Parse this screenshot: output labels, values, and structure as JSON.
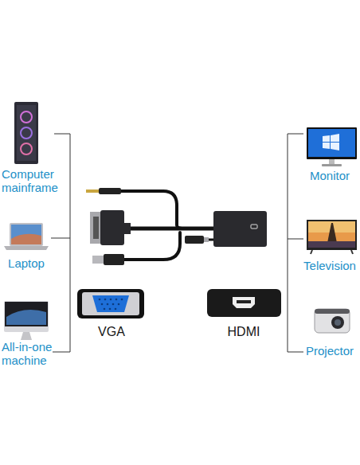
{
  "diagram": {
    "labels": [
      "Computer mainframe",
      "Laptop",
      "All-in-one machine",
      "VGA",
      "HDMI",
      "Monitor",
      "Television",
      "Projector"
    ]
  }
}
